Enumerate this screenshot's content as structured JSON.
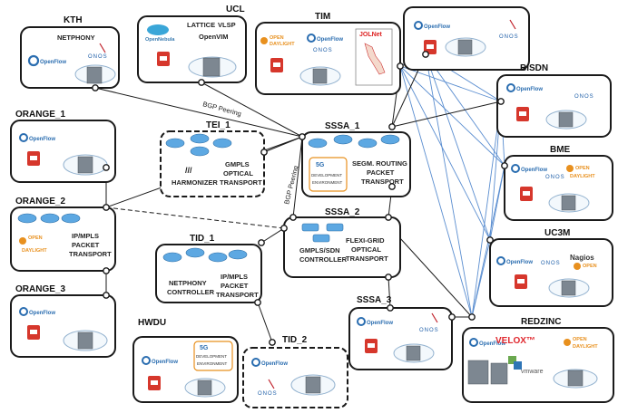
{
  "nodes": {
    "kth": {
      "title": "KTH",
      "text1": "NETPHONY"
    },
    "ucl": {
      "title": "UCL",
      "text1": "LATTICE",
      "text2": "VLSP",
      "text3": "OpenVIM"
    },
    "tim": {
      "title": "TIM",
      "text1": "JOLNet"
    },
    "bisdn": {
      "title": "BISDN"
    },
    "bme": {
      "title": "BME"
    },
    "uc3m": {
      "title": "UC3M",
      "text1": "Nagios"
    },
    "redzinc": {
      "title": "REDZINC",
      "text1": "VELOX™",
      "text2": "vmware"
    },
    "orange1": {
      "title": "ORANGE_1"
    },
    "orange2": {
      "title": "ORANGE_2",
      "text1": "IP/MPLS",
      "text2": "PACKET",
      "text3": "TRANSPORT"
    },
    "orange3": {
      "title": "ORANGE_3"
    },
    "tei1": {
      "title": "TEI_1",
      "text1": "HARMONIZER",
      "text2": "GMPLS",
      "text3": "OPTICAL",
      "text4": "TRANSPORT"
    },
    "ssa1": {
      "title": "SSSA_1",
      "text1": "SEGM. ROUTING",
      "text2": "PACKET",
      "text3": "TRANSPORT",
      "text4": "DEVELOPMENT",
      "text5": "ENVIRONMENT"
    },
    "ssa2": {
      "title": "SSSA_2",
      "text1": "GMPLS/SDN",
      "text2": "CONTROLLER",
      "text3": "FLEXI-GRID",
      "text4": "OPTICAL",
      "text5": "TRANSPORT"
    },
    "tid1": {
      "title": "TID_1",
      "text1": "NETPHONY",
      "text2": "CONTROLLER",
      "text3": "IP/MPLS",
      "text4": "PACKET",
      "text5": "TRANSPORT"
    },
    "ssa3": {
      "title": "SSSA_3"
    },
    "hwdu": {
      "title": "HWDU",
      "text1": "DEVELOPMENT",
      "text2": "ENVIRONMENT"
    },
    "tid2": {
      "title": "TID_2"
    }
  },
  "links": {
    "bgp1": "BGP Peering",
    "bgp2": "BGP Peering"
  },
  "logos": {
    "openflow": "OpenFlow",
    "onos": "ONOS",
    "openstack": "openstack",
    "opendaylight": "DAYLIGHT",
    "opendaylight_top": "OPEN",
    "opennebula": "OpenNebula",
    "fiveg": "5G"
  },
  "colors": {
    "box_border": "#1a1a1a",
    "blue_links": "#5b8ed0",
    "openstack_red": "#d6372c",
    "odl_orange": "#e8901e",
    "redzinc_red": "#e0282e"
  }
}
